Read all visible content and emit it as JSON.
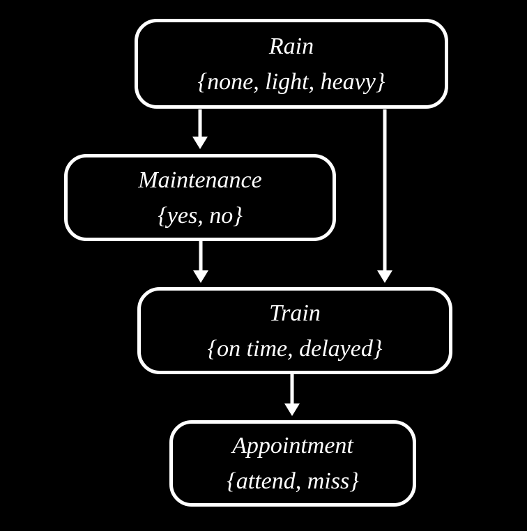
{
  "diagram": {
    "type": "bayesian-network",
    "background_color": "#000000",
    "node_border_color": "#ffffff",
    "node_fill_color": "#000000",
    "text_color": "#ffffff",
    "nodes": [
      {
        "id": "rain",
        "name": "Rain",
        "domain": "{none, light, heavy}"
      },
      {
        "id": "maintenance",
        "name": "Maintenance",
        "domain": "{yes, no}"
      },
      {
        "id": "train",
        "name": "Train",
        "domain": "{on time, delayed}"
      },
      {
        "id": "appointment",
        "name": "Appointment",
        "domain": "{attend, miss}"
      }
    ],
    "edges": [
      {
        "from": "rain",
        "to": "maintenance"
      },
      {
        "from": "rain",
        "to": "train"
      },
      {
        "from": "maintenance",
        "to": "train"
      },
      {
        "from": "train",
        "to": "appointment"
      }
    ]
  }
}
